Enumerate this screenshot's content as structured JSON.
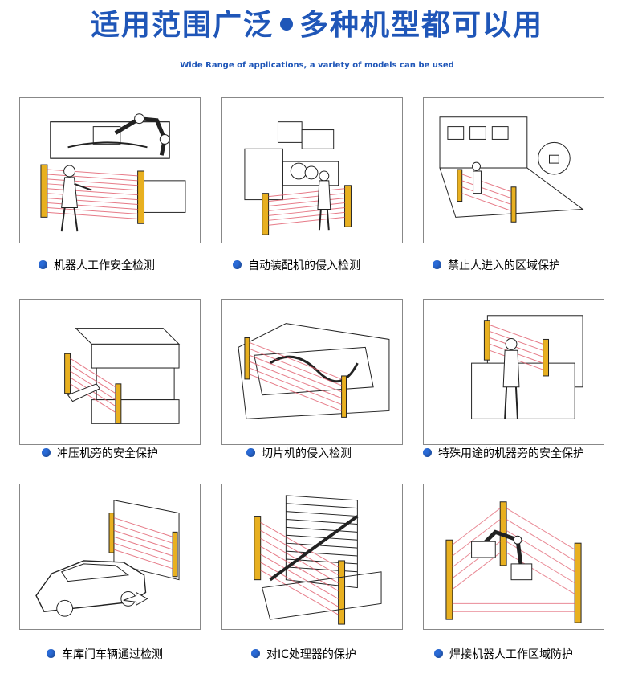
{
  "header": {
    "title_part1": "适用范围广泛",
    "title_part2": "多种机型都可以用",
    "subtitle": "Wide Range of applications, a variety of models can be used"
  },
  "colors": {
    "accent": "#1f56b8",
    "curtain": "#e05a6a",
    "sensor": "#e8b020"
  },
  "applications": [
    {
      "caption": "机器人工作安全检测",
      "icon": "robot-arm-icon"
    },
    {
      "caption": "自动装配机的侵入检测",
      "icon": "assembly-machine-icon"
    },
    {
      "caption": "禁止人进入的区域保护",
      "icon": "restricted-area-icon"
    },
    {
      "caption": "冲压机旁的安全保护",
      "icon": "press-machine-icon"
    },
    {
      "caption": "切片机的侵入检测",
      "icon": "slicer-machine-icon"
    },
    {
      "caption": "特殊用途的机器旁的安全保护",
      "icon": "special-machine-icon"
    },
    {
      "caption": "车库门车辆通过检测",
      "icon": "garage-door-car-icon"
    },
    {
      "caption": "对IC处理器的保护",
      "icon": "ic-processor-icon"
    },
    {
      "caption": "焊接机器人工作区域防护",
      "icon": "welding-robot-icon"
    }
  ]
}
